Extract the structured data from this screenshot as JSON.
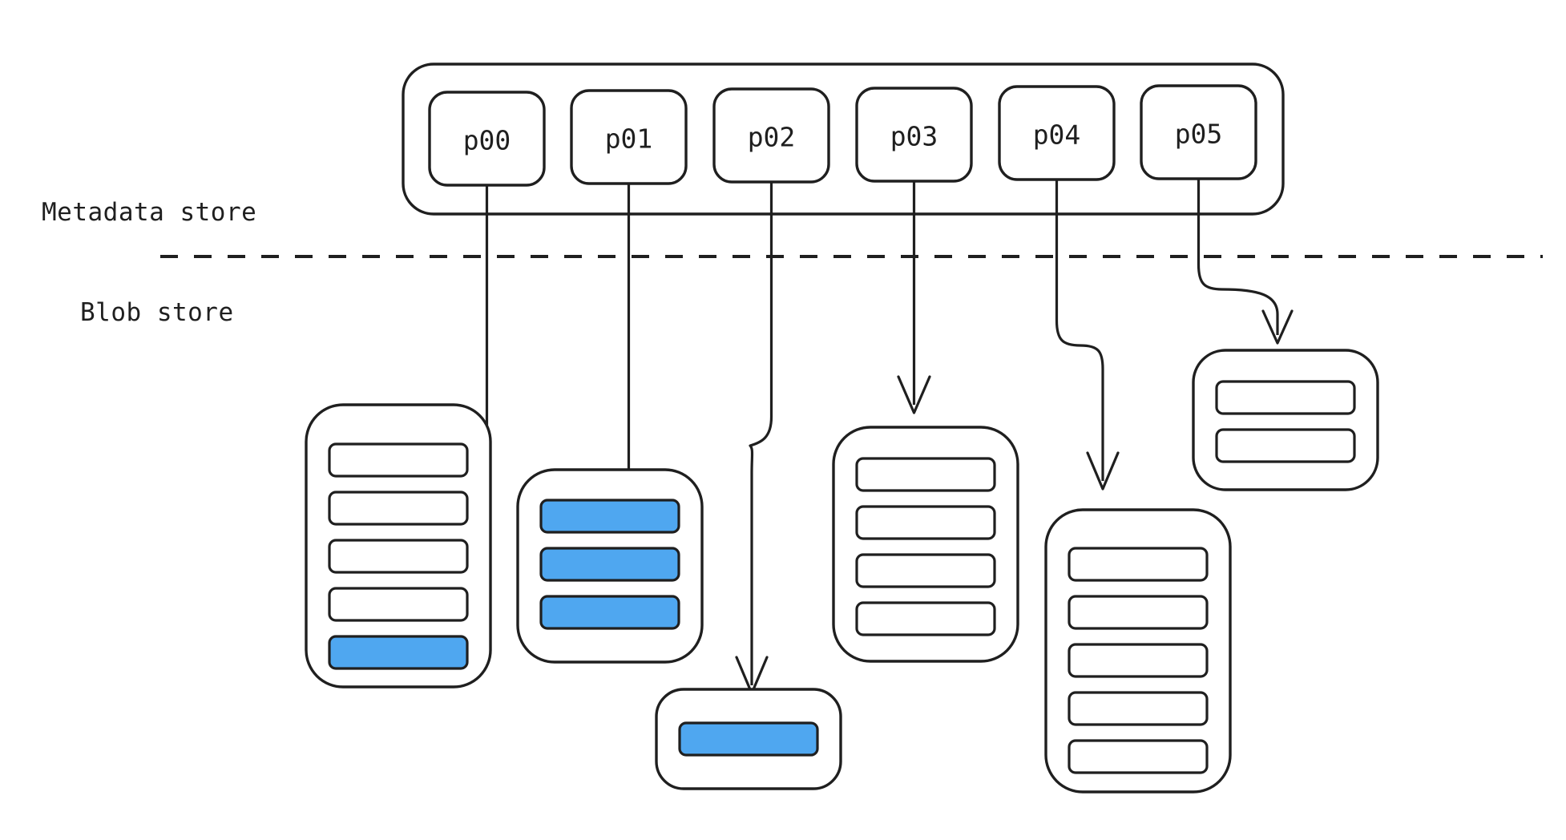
{
  "diagram": {
    "title": "Metadata store and Blob store partition-to-blob mapping",
    "colors": {
      "stroke": "#1f1f1f",
      "background": "#ffffff",
      "highlight": "#4FA7F0",
      "row_empty": "#ffffff"
    },
    "labels": {
      "metadata_store": "Metadata store",
      "blob_store": "Blob store"
    },
    "metadata_store": {
      "container_name": "metadata-store-container",
      "partitions": [
        {
          "id": "p00",
          "label": "p00"
        },
        {
          "id": "p01",
          "label": "p01"
        },
        {
          "id": "p02",
          "label": "p02"
        },
        {
          "id": "p03",
          "label": "p03"
        },
        {
          "id": "p04",
          "label": "p04"
        },
        {
          "id": "p05",
          "label": "p05"
        }
      ]
    },
    "blob_store": {
      "blobs": [
        {
          "id": "blob-0",
          "rows": [
            "empty",
            "empty",
            "empty",
            "empty",
            "highlight"
          ],
          "row_count": 5,
          "highlight_count": 1
        },
        {
          "id": "blob-1",
          "rows": [
            "highlight",
            "highlight",
            "highlight"
          ],
          "row_count": 3,
          "highlight_count": 3
        },
        {
          "id": "blob-2",
          "rows": [
            "highlight"
          ],
          "row_count": 1,
          "highlight_count": 1
        },
        {
          "id": "blob-3",
          "rows": [
            "empty",
            "empty",
            "empty",
            "empty"
          ],
          "row_count": 4,
          "highlight_count": 0
        },
        {
          "id": "blob-4",
          "rows": [
            "empty",
            "empty",
            "empty",
            "empty",
            "empty"
          ],
          "row_count": 5,
          "highlight_count": 0
        },
        {
          "id": "blob-5",
          "rows": [
            "empty",
            "empty"
          ],
          "row_count": 2,
          "highlight_count": 0
        }
      ]
    },
    "connections": [
      {
        "from": "p00",
        "to": "blob-0"
      },
      {
        "from": "p01",
        "to": "blob-1"
      },
      {
        "from": "p02",
        "to": "blob-2"
      },
      {
        "from": "p03",
        "to": "blob-3"
      },
      {
        "from": "p04",
        "to": "blob-4"
      },
      {
        "from": "p05",
        "to": "blob-5"
      }
    ]
  }
}
